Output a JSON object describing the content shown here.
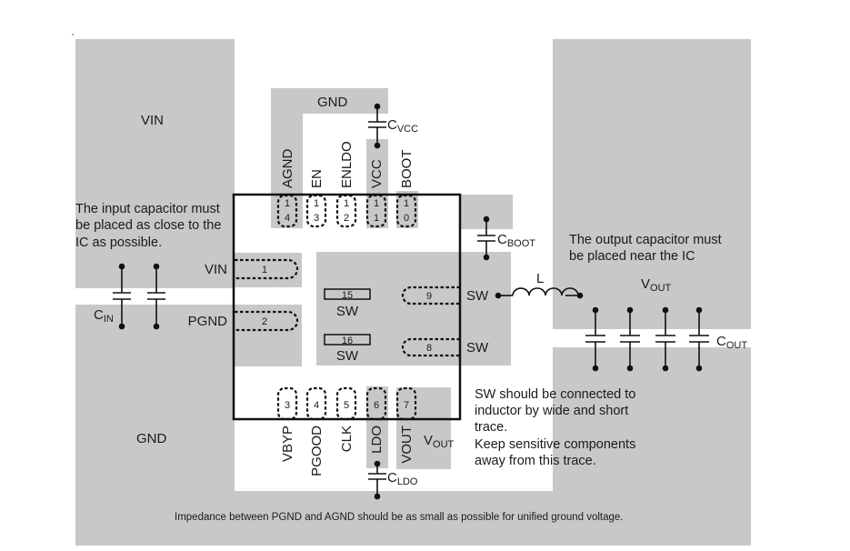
{
  "nets": {
    "vin_top": "VIN",
    "gnd_top": "GND",
    "gnd_bottom": "GND",
    "vout_right": "VOUT",
    "vout_bottom": "VOUT"
  },
  "components": {
    "cin": "CIN",
    "cvcc": "CVCC",
    "cboot": "CBOOT",
    "inductor": "L",
    "cout": "COUT",
    "cldo": "CLDO",
    "sw_right_top": "SW",
    "sw_right_bottom": "SW"
  },
  "subscripts": {
    "cin": "IN",
    "cvcc": "VCC",
    "cboot": "BOOT",
    "cout": "OUT",
    "cldo": "LDO",
    "vout": "OUT"
  },
  "pins": {
    "agnd": "AGND",
    "en": "EN",
    "enldo": "ENLDO",
    "vcc": "VCC",
    "boot": "BOOT",
    "vin": "VIN",
    "pgnd": "PGND",
    "vbyp": "VBYP",
    "pgood": "PGOOD",
    "clk": "CLK",
    "ldo": "LDO",
    "vout": "VOUT",
    "sw15": "SW",
    "sw16": "SW"
  },
  "pin_numbers": {
    "p1": "1",
    "p2": "2",
    "p3": "3",
    "p4": "4",
    "p5": "5",
    "p6": "6",
    "p7": "7",
    "p8": "8",
    "p9": "9",
    "p10": "10",
    "p11": "11",
    "p12": "12",
    "p13": "13",
    "p14": "14",
    "p15": "15",
    "p16": "16"
  },
  "notes": {
    "input_cap": [
      "The input capacitor must",
      "be placed as close to the",
      "IC as possible."
    ],
    "output_cap": [
      "The output capacitor must",
      "be placed near the IC"
    ],
    "sw_trace": [
      "SW should be connected to",
      "inductor by wide and short",
      "trace.",
      "Keep sensitive components",
      "away from this trace."
    ],
    "impedance": "Impedance between PGND and AGND should be as small as possible for unified ground voltage."
  },
  "colors": {
    "copper": "#c8c8c8",
    "line": "#111111",
    "background": "#ffffff"
  }
}
